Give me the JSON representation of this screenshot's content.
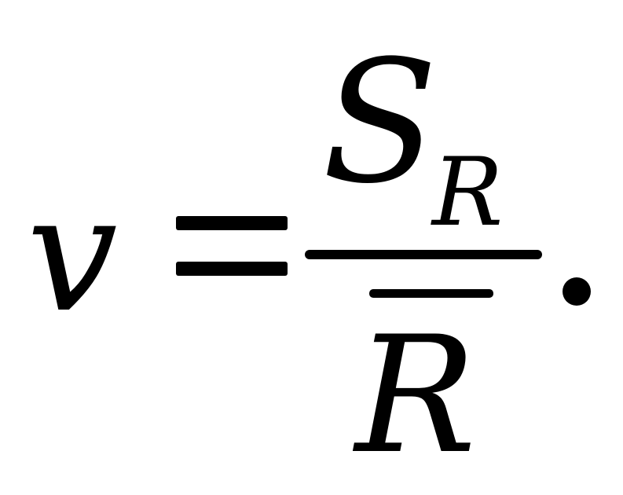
{
  "formula": {
    "lhs": "v",
    "equals": "=",
    "numerator": {
      "symbol": "S",
      "subscript": "R"
    },
    "denominator": {
      "symbol": "R",
      "decoration": "overline"
    },
    "terminator": "."
  }
}
